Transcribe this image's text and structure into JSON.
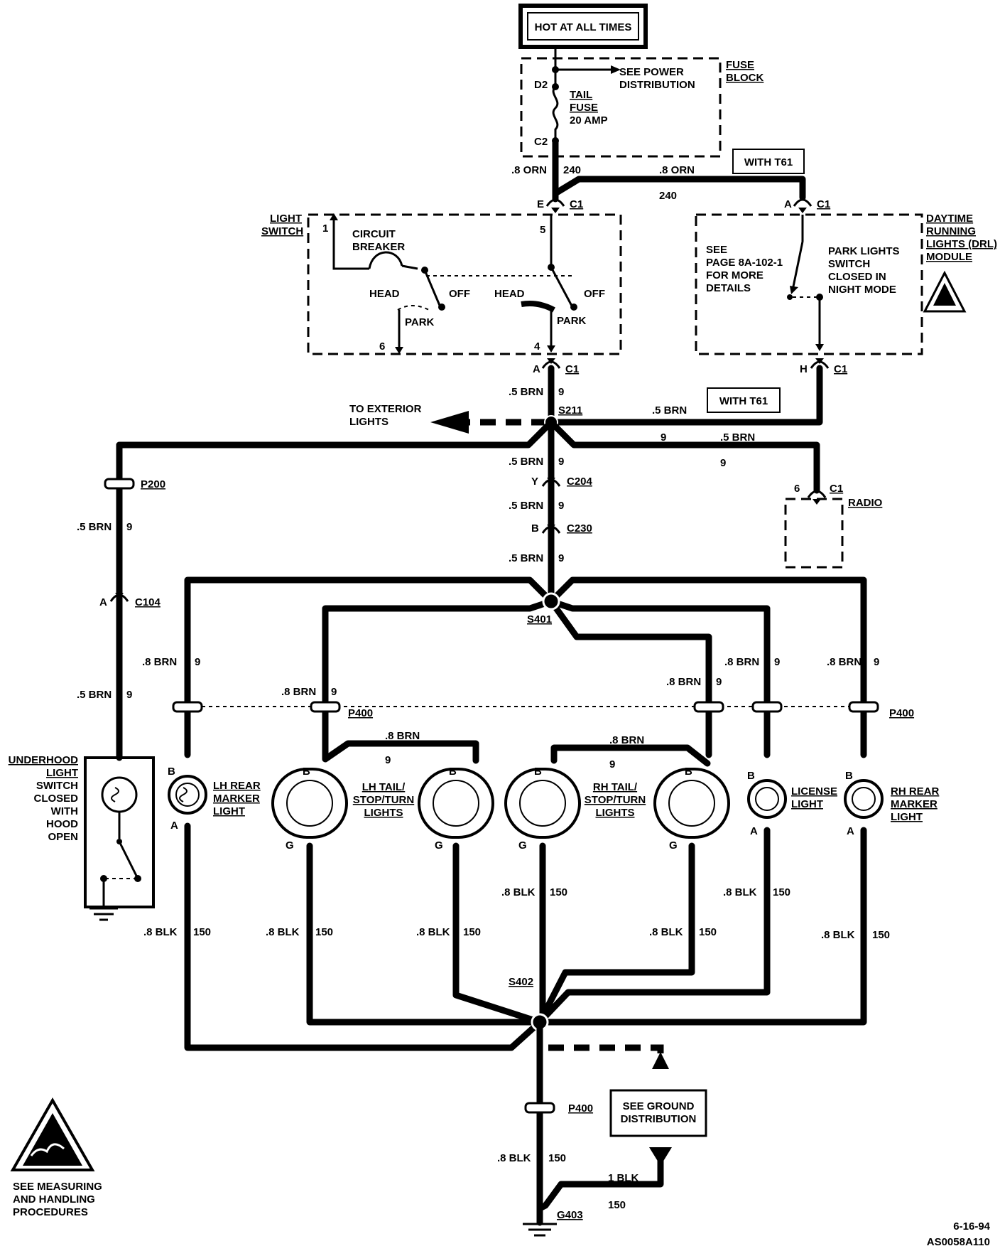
{
  "header": {
    "hot_label": "HOT AT ALL TIMES"
  },
  "fuse_block": {
    "title_1": "FUSE",
    "title_2": "BLOCK",
    "see_power_1": "SEE POWER",
    "see_power_2": "DISTRIBUTION",
    "pin_top": "D2",
    "pin_bottom": "C2",
    "fuse_1": "TAIL",
    "fuse_2": "FUSE",
    "fuse_3": "20 AMP"
  },
  "wires": {
    "orn_08": ".8 ORN",
    "circuit_240": "240",
    "brn_05": ".5 BRN",
    "brn_08": ".8 BRN",
    "circuit_9": "9",
    "blk_08": ".8 BLK",
    "blk_1": "1 BLK",
    "circuit_150": "150"
  },
  "option_tag": "WITH T61",
  "light_switch": {
    "title_1": "LIGHT",
    "title_2": "SWITCH",
    "breaker_1": "CIRCUIT",
    "breaker_2": "BREAKER",
    "head": "HEAD",
    "off": "OFF",
    "park": "PARK",
    "pin_1": "1",
    "pin_5": "5",
    "pin_6": "6",
    "pin_4": "4"
  },
  "drl_module": {
    "title_1": "DAYTIME",
    "title_2": "RUNNING",
    "title_3": "LIGHTS (DRL)",
    "title_4": "MODULE",
    "see_1": "SEE",
    "see_2": "PAGE 8A-102-1",
    "see_3": "FOR MORE",
    "see_4": "DETAILS",
    "park_1": "PARK LIGHTS",
    "park_2": "SWITCH",
    "park_3": "CLOSED IN",
    "park_4": "NIGHT MODE"
  },
  "connectors": {
    "c1": "C1",
    "c204": "C204",
    "c230": "C230",
    "c104": "C104",
    "p200": "P200",
    "p400": "P400",
    "pin_e": "E",
    "pin_a": "A",
    "pin_h": "H",
    "pin_y": "Y",
    "pin_b": "B",
    "pin_g": "G",
    "pin_6": "6"
  },
  "splices": {
    "s211": "S211",
    "s401": "S401",
    "s402": "S402"
  },
  "to_exterior_1": "TO EXTERIOR",
  "to_exterior_2": "LIGHTS",
  "radio": "RADIO",
  "underhood": {
    "line_1": "UNDERHOOD",
    "line_2": "LIGHT",
    "line_3": "SWITCH",
    "line_4": "CLOSED",
    "line_5": "WITH",
    "line_6": "HOOD",
    "line_7": "OPEN"
  },
  "lamps": {
    "lh_marker_1": "LH REAR",
    "lh_marker_2": "MARKER",
    "lh_marker_3": "LIGHT",
    "lh_tail_1": "LH TAIL/",
    "lh_tail_2": "STOP/TURN",
    "lh_tail_3": "LIGHTS",
    "rh_tail_1": "RH TAIL/",
    "rh_tail_2": "STOP/TURN",
    "rh_tail_3": "LIGHTS",
    "license_1": "LICENSE",
    "license_2": "LIGHT",
    "rh_marker_1": "RH REAR",
    "rh_marker_2": "MARKER",
    "rh_marker_3": "LIGHT"
  },
  "ground": {
    "see_1": "SEE GROUND",
    "see_2": "DISTRIBUTION",
    "g403": "G403"
  },
  "esd_note": {
    "line_1": "SEE MEASURING",
    "line_2": "AND HANDLING",
    "line_3": "PROCEDURES"
  },
  "footer": {
    "date": "6-16-94",
    "code": "AS0058A110"
  }
}
